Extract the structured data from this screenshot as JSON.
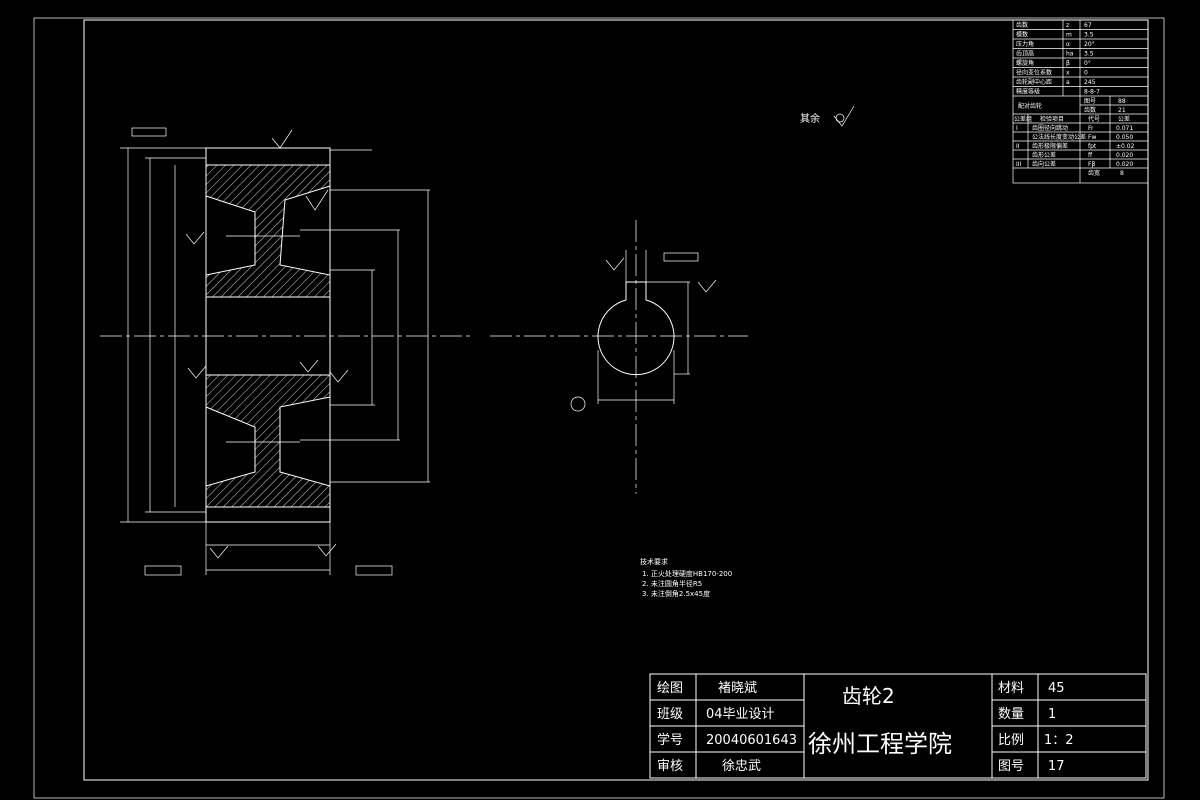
{
  "right_note": "其余",
  "params_table": {
    "rows": [
      {
        "name": "齿数",
        "sym": "z",
        "val": "67"
      },
      {
        "name": "模数",
        "sym": "m",
        "val": "3.5"
      },
      {
        "name": "压力角",
        "sym": "α",
        "val": "20°"
      },
      {
        "name": "齿顶高",
        "sym": "ha",
        "val": "3.5"
      },
      {
        "name": "螺旋角",
        "sym": "β",
        "val": "0°"
      },
      {
        "name": "径向变位系数",
        "sym": "x",
        "val": "0"
      },
      {
        "name": "齿轮副中心距",
        "sym": "a",
        "val": "245"
      },
      {
        "name": "精度等级",
        "sym": "",
        "val": "8-8-7"
      }
    ],
    "mate": {
      "label": "配对齿轮",
      "sub1": "图号",
      "sub1_val": "88",
      "sub2": "齿数",
      "sub2_val": "21"
    },
    "check_header": {
      "group": "公差组",
      "item": "检验项目",
      "code": "代号",
      "tol": "公差"
    },
    "checks": [
      {
        "group": "I",
        "item": "齿圈径向跳动",
        "code": "Fr",
        "tol": "0.071"
      },
      {
        "group": "",
        "item": "公法线长度变动公差",
        "code": "Fw",
        "tol": "0.050"
      },
      {
        "group": "II",
        "item": "齿形极限偏差",
        "code": "fpt",
        "tol": "±0.02"
      },
      {
        "group": "",
        "item": "齿形公差",
        "code": "ff",
        "tol": "0.020"
      },
      {
        "group": "III",
        "item": "齿向公差",
        "code": "Fβ",
        "tol": "0.020"
      }
    ],
    "last": {
      "label": "齿宽",
      "val": "8"
    }
  },
  "tech_notes": {
    "title": "技术要求",
    "items": [
      "1. 正火处理硬度HB170-200",
      "2. 未注圆角半径R5",
      "3. 未注倒角2.5x45度"
    ]
  },
  "title_block": {
    "rows": [
      {
        "label": "绘图",
        "value": "褚晓斌"
      },
      {
        "label": "班级",
        "value": "04毕业设计"
      },
      {
        "label": "学号",
        "value": "20040601643"
      },
      {
        "label": "审核",
        "value": "徐忠武"
      }
    ],
    "part_name": "齿轮2",
    "school": "徐州工程学院",
    "right_rows": [
      {
        "label": "材料",
        "value": "45"
      },
      {
        "label": "数量",
        "value": "1"
      },
      {
        "label": "比例",
        "value": "1：2"
      },
      {
        "label": "图号",
        "value": "17"
      }
    ]
  }
}
